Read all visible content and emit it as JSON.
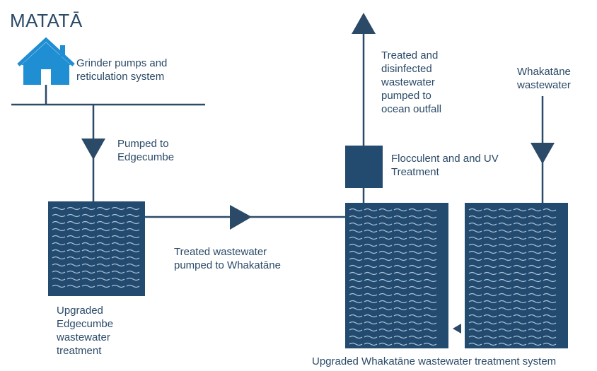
{
  "title": "MATATĀ",
  "colors": {
    "line": "#2b4a68",
    "tank": "#234a6f",
    "wave": "#a9c3da",
    "house": "#1f8ed2"
  },
  "icons": {
    "house": "house-icon"
  },
  "labels": {
    "grinder": "Grinder pumps and\nreticulation system",
    "pumped_edgecumbe": "Pumped to\nEdgecumbe",
    "edgecumbe_treatment": "Upgraded\nEdgecumbe\nwastewater\ntreatment",
    "treated_pumped": "Treated wastewater\npumped to Whakatāne",
    "outfall": "Treated and\ndisinfected\nwastewater\npumped to\nocean outfall",
    "flocculent": "Flocculent and and UV\nTreatment",
    "whakatane_ww": "Whakatāne\nwastewater",
    "whakatane_system": "Upgraded Whakatāne wastewater treatment system"
  }
}
